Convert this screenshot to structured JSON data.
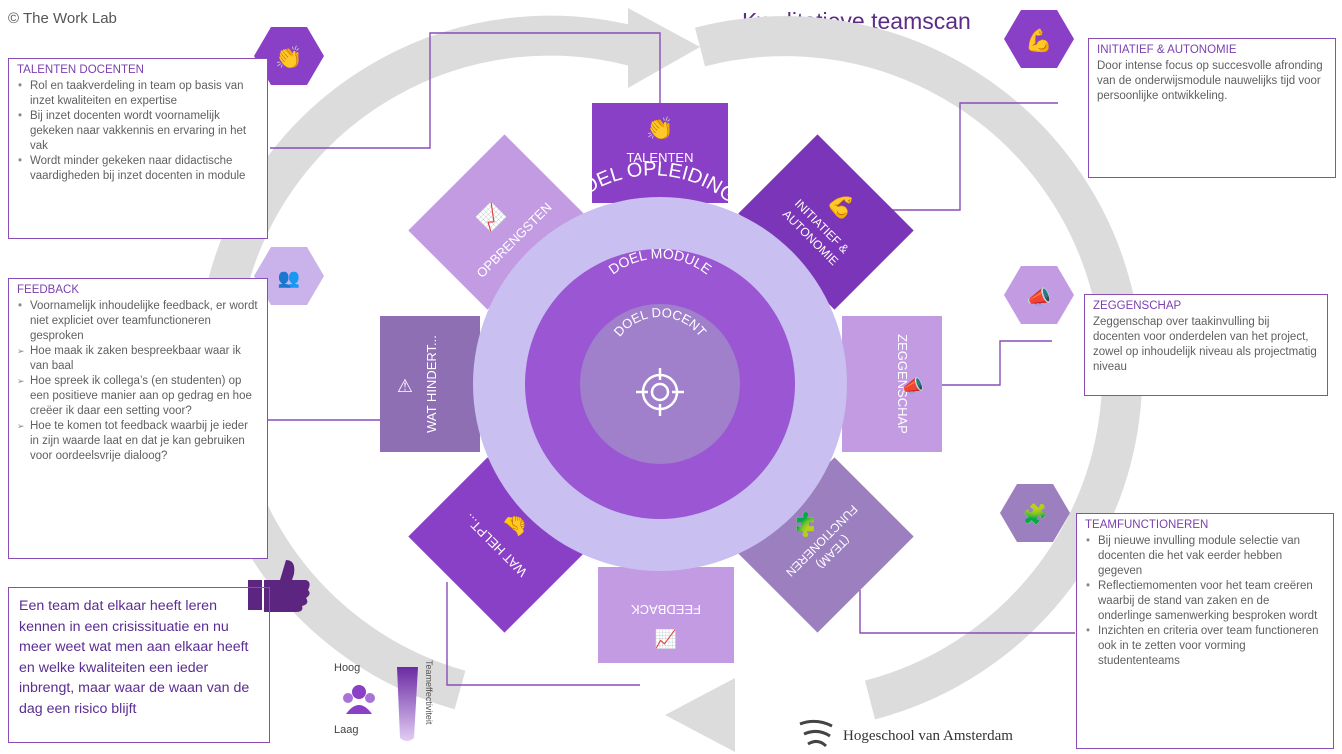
{
  "header": {
    "copyright": "© The Work Lab",
    "title": "Kwalitatieve teamscan"
  },
  "center": {
    "outer_ring": "DOEL OPLEIDING",
    "middle_ring": "DOEL MODULE",
    "inner_ring": "DOEL DOCENT",
    "icon": "target-icon"
  },
  "segments": {
    "talenten": "TALENTEN",
    "initiatief_line1": "INITIATIEF &",
    "initiatief_line2": "AUTONOMIE",
    "zeggenschap": "ZEGGENSCHAP",
    "team_line1": "(TEAM)",
    "team_line2": "FUNCTIONEREN",
    "feedback": "FEEDBACK",
    "wat_helpt": "WAT HELPT...",
    "wat_hindert": "WAT HINDERT...",
    "opbrengsten": "OPBRENGSTEN"
  },
  "boxes": {
    "talenten": {
      "title": "TALENTEN DOCENTEN",
      "items": [
        "Rol en taakverdeling in team op basis van inzet kwaliteiten en expertise",
        "Bij inzet docenten wordt voornamelijk gekeken naar vakkennis en ervaring in het vak",
        "Wordt minder gekeken naar didactische vaardigheden bij inzet docenten in module"
      ]
    },
    "feedback": {
      "title": "FEEDBACK",
      "items": [
        "Voornamelijk inhoudelijke feedback, er wordt niet expliciet over teamfunctioneren gesproken",
        "Hoe maak ik zaken bespreekbaar waar ik van baal",
        "Hoe spreek ik collega’s (en studenten) op een positieve manier aan op gedrag en hoe creëer ik daar een setting voor?",
        "Hoe te komen tot feedback waarbij je ieder in zijn waarde laat en dat je kan gebruiken voor oordeelsvrije dialoog?"
      ]
    },
    "initiatief": {
      "title": "INITIATIEF & AUTONOMIE",
      "text": "Door intense focus  op succesvolle afronding van de onderwijsmodule nauwelijks tijd voor persoonlijke ontwikkeling."
    },
    "zeggenschap": {
      "title": "ZEGGENSCHAP",
      "text": "Zeggenschap over taakinvulling bij docenten voor onderdelen van het project, zowel op inhoudelijk niveau als projectmatig niveau"
    },
    "teamfunctioneren": {
      "title": "TEAMFUNCTIONEREN",
      "items": [
        "Bij  nieuwe invulling module selectie van docenten die het vak eerder hebben gegeven",
        "Reflectiemomenten voor het team creëren waarbij de stand van zaken en de onderlinge samenwerking besproken wordt",
        "Inzichten en criteria over team functioneren ook in te zetten voor vorming studententeams"
      ]
    }
  },
  "quote": "Een team dat elkaar heeft leren kennen in een crisissituatie en nu meer weet wat men aan elkaar heeft en welke kwaliteiten een ieder inbrengt, maar waar de waan van de dag een risico blijft",
  "legend": {
    "high": "Hoog",
    "low": "Laag",
    "vertical": "Teameffectiviteit"
  },
  "footer": {
    "institution": "Hogeschool van Amsterdam"
  },
  "colors": {
    "dark_purple": "#7030a0",
    "medium_purple": "#8e4fc7",
    "light_purple": "#c39be2",
    "muted_purple": "#9b7fbf",
    "ring_light": "#c9bff0",
    "ring_mid": "#9a5fd4",
    "gray_ring": "#d9d9d9"
  }
}
